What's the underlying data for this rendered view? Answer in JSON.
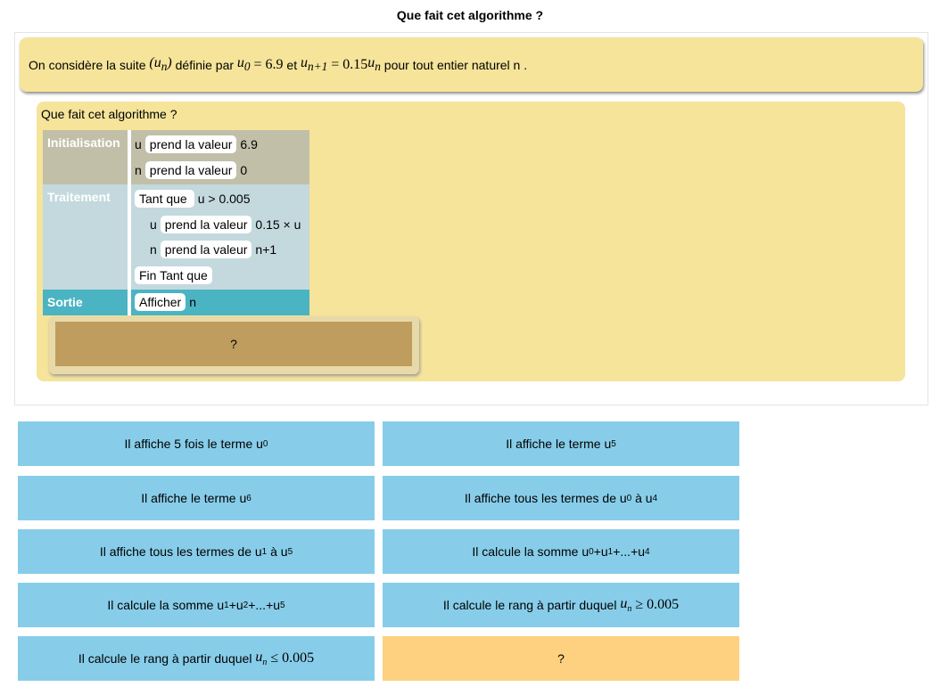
{
  "title": "Que fait cet algorithme ?",
  "statement": {
    "intro": "On considère la suite",
    "seq": "(u",
    "seq_sub": "n",
    "seq_close": ")",
    "mid": "définie par",
    "u0": "u",
    "u0_sub": "0",
    "u0_val": "= 6.9",
    "and": "et",
    "un1": "u",
    "un1_sub": "n+1",
    "eq": "= 0.15",
    "un": "u",
    "un_sub": "n",
    "end": "pour tout entier naturel n ."
  },
  "panel_title": "Que fait cet algorithme ?",
  "algorithm": {
    "init_label": "Initialisation",
    "trait_label": "Traitement",
    "sort_label": "Sortie",
    "init": [
      {
        "var": "u",
        "kw": "prend la valeur",
        "val": "6.9"
      },
      {
        "var": "n",
        "kw": "prend la valeur",
        "val": "0"
      }
    ],
    "while_kw": "Tant que",
    "while_cond": "u > 0.005",
    "body": [
      {
        "var": "u",
        "kw": "prend la valeur",
        "val": "0.15 × u"
      },
      {
        "var": "n",
        "kw": "prend la valeur",
        "val": "n+1"
      }
    ],
    "end_while": "Fin Tant que",
    "output_kw": "Afficher",
    "output_val": "n"
  },
  "answer_placeholder": "?",
  "choices": [
    {
      "pre": "Il affiche 5 fois le terme u",
      "sub": "0"
    },
    {
      "pre": "Il affiche le terme u",
      "sub": "5"
    },
    {
      "pre": "Il affiche le terme u",
      "sub": "6"
    },
    {
      "pre": "Il affiche tous les termes de u",
      "sub": "0",
      "post": " à u",
      "sub2": "4"
    },
    {
      "pre": "Il affiche tous les termes de u",
      "sub": "1",
      "post": " à u",
      "sub2": "5"
    },
    {
      "pre": "Il calcule la somme u",
      "sub": "0",
      "post": "+u",
      "sub2": "1",
      "post2": "+...+u",
      "sub3": "4"
    },
    {
      "pre": "Il calcule la somme u",
      "sub": "1",
      "post": "+u",
      "sub2": "2",
      "post2": "+...+u",
      "sub3": "5"
    },
    {
      "pre": "Il calcule le rang à partir duquel ",
      "math": "u",
      "msub": "n",
      "mrest": " ≥ 0.005"
    },
    {
      "pre": "Il calcule le rang à partir duquel ",
      "math": "u",
      "msub": "n",
      "mrest": " ≤ 0.005"
    },
    {
      "pre": "?"
    }
  ],
  "colors": {
    "choice": "#87cde9",
    "choice_selected": "#fdd17f",
    "panel": "#f5e49a"
  }
}
